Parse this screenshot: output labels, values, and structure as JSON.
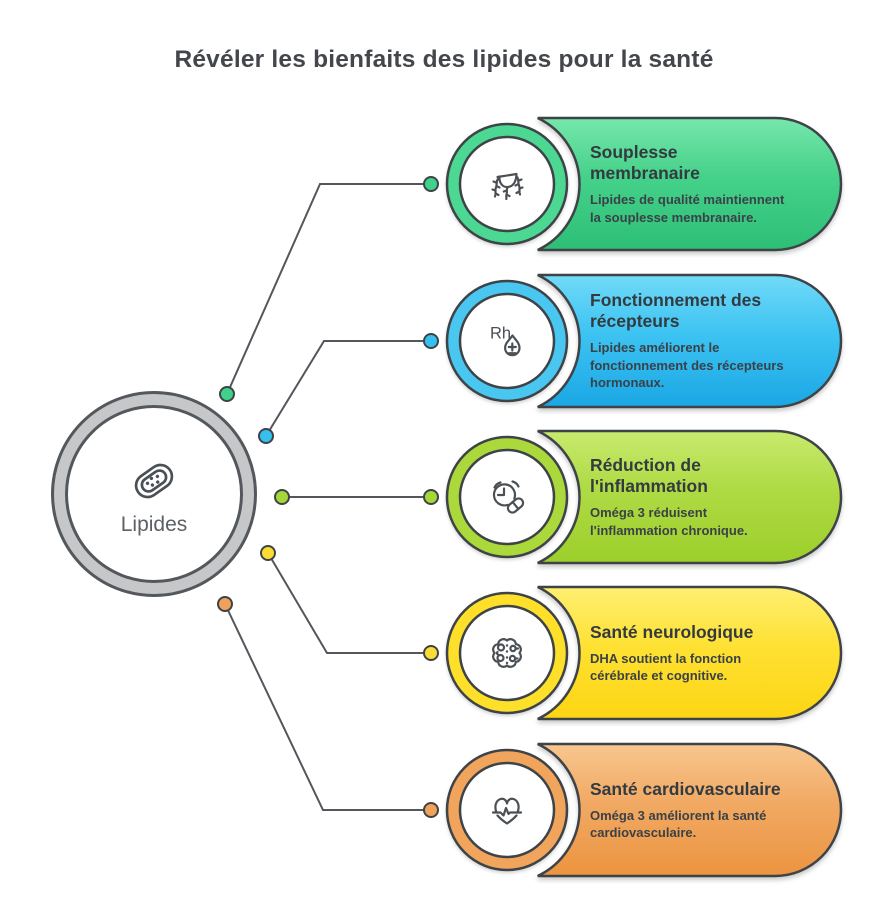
{
  "title": "Révéler les bienfaits des lipides pour la santé",
  "hub": {
    "label": "Lipides",
    "icon": "lipid-icon",
    "ring_color": "#c6c7c9"
  },
  "benefits": [
    {
      "title": "Souplesse membranaire",
      "description": "Lipides de qualité maintiennent la souplesse membranaire.",
      "icon": "membrane-icon",
      "color": "#3fd28a",
      "gradient_top": "#76e7ab",
      "gradient_bottom": "#2dbf77"
    },
    {
      "title": "Fonctionnement des récepteurs",
      "description": "Lipides améliorent le fonctionnement des récepteurs hormonaux.",
      "icon": "hormone-receptor-icon",
      "icon_text": "Rh",
      "color": "#35c0f0",
      "gradient_top": "#71daf8",
      "gradient_bottom": "#1ba7e5"
    },
    {
      "title": "Réduction de l'inflammation",
      "description": "Oméga 3 réduisent l'inflammation chronique.",
      "icon": "clock-pill-icon",
      "color": "#a6d739",
      "gradient_top": "#c8ea6e",
      "gradient_bottom": "#9ccf2b"
    },
    {
      "title": "Santé neurologique",
      "description": "DHA soutient la fonction cérébrale et cognitive.",
      "icon": "brain-icon",
      "color": "#fbdc35",
      "gradient_top": "#ffef72",
      "gradient_bottom": "#fdd513"
    },
    {
      "title": "Santé cardiovasculaire",
      "description": "Oméga 3 améliorent la santé cardiovasculaire.",
      "icon": "heart-ecg-icon",
      "color": "#efa25b",
      "gradient_top": "#f8c68f",
      "gradient_bottom": "#ec9440"
    }
  ]
}
